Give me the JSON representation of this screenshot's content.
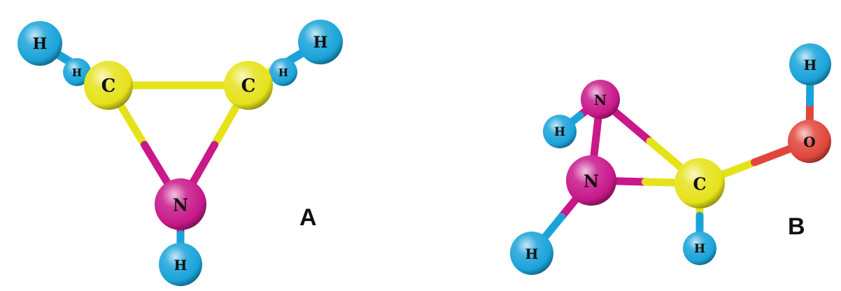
{
  "colors": {
    "H": "#1aa3d9",
    "C": "#e6e21a",
    "N": "#c8188a",
    "O": "#e0463c"
  },
  "molecule_a": {
    "panel_label": "A",
    "atoms": [
      {
        "id": "a_h1",
        "element": "H",
        "label": "H"
      },
      {
        "id": "a_h1b",
        "element": "H",
        "label": "H"
      },
      {
        "id": "a_c1",
        "element": "C",
        "label": "C"
      },
      {
        "id": "a_c2",
        "element": "C",
        "label": "C"
      },
      {
        "id": "a_h2",
        "element": "H",
        "label": "H"
      },
      {
        "id": "a_h2b",
        "element": "H",
        "label": "H"
      },
      {
        "id": "a_n",
        "element": "N",
        "label": "N"
      },
      {
        "id": "a_h3",
        "element": "H",
        "label": "H"
      }
    ],
    "bonds": [
      [
        "a_c1",
        "a_c2"
      ],
      [
        "a_c1",
        "a_n"
      ],
      [
        "a_c2",
        "a_n"
      ],
      [
        "a_c1",
        "a_h1"
      ],
      [
        "a_c1",
        "a_h1b"
      ],
      [
        "a_c2",
        "a_h2"
      ],
      [
        "a_c2",
        "a_h2b"
      ],
      [
        "a_n",
        "a_h3"
      ]
    ]
  },
  "molecule_b": {
    "panel_label": "B",
    "atoms": [
      {
        "id": "b_n1",
        "element": "N",
        "label": "N"
      },
      {
        "id": "b_h1",
        "element": "H",
        "label": "H"
      },
      {
        "id": "b_n2",
        "element": "N",
        "label": "N"
      },
      {
        "id": "b_h2",
        "element": "H",
        "label": "H"
      },
      {
        "id": "b_c",
        "element": "C",
        "label": "C"
      },
      {
        "id": "b_h3",
        "element": "H",
        "label": "H"
      },
      {
        "id": "b_o",
        "element": "O",
        "label": "O"
      },
      {
        "id": "b_h4",
        "element": "H",
        "label": "H"
      }
    ],
    "bonds": [
      [
        "b_n1",
        "b_n2"
      ],
      [
        "b_n1",
        "b_c"
      ],
      [
        "b_n2",
        "b_c"
      ],
      [
        "b_n1",
        "b_h1"
      ],
      [
        "b_n2",
        "b_h2"
      ],
      [
        "b_c",
        "b_h3"
      ],
      [
        "b_c",
        "b_o"
      ],
      [
        "b_o",
        "b_h4"
      ]
    ]
  }
}
